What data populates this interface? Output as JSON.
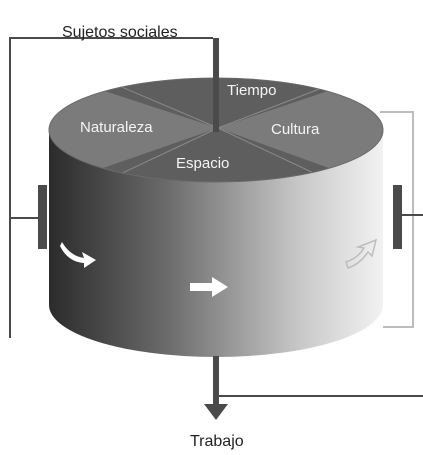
{
  "labels": {
    "top": "Sujetos sociales",
    "bottom": "Trabajo",
    "sector_top": "Tiempo",
    "sector_left": "Naturaleza",
    "sector_right": "Cultura",
    "sector_bottom": "Espacio"
  },
  "colors": {
    "line_dark": "#4a4a4a",
    "line_light": "#bdbdbd",
    "top_dark": "#5e5e5e",
    "top_mid": "#7b7b7b",
    "cylinder_dark": "#2b2b2b",
    "cylinder_light": "#f2f2f2",
    "text_light": "#f5f5f5",
    "text_dark": "#222222"
  }
}
